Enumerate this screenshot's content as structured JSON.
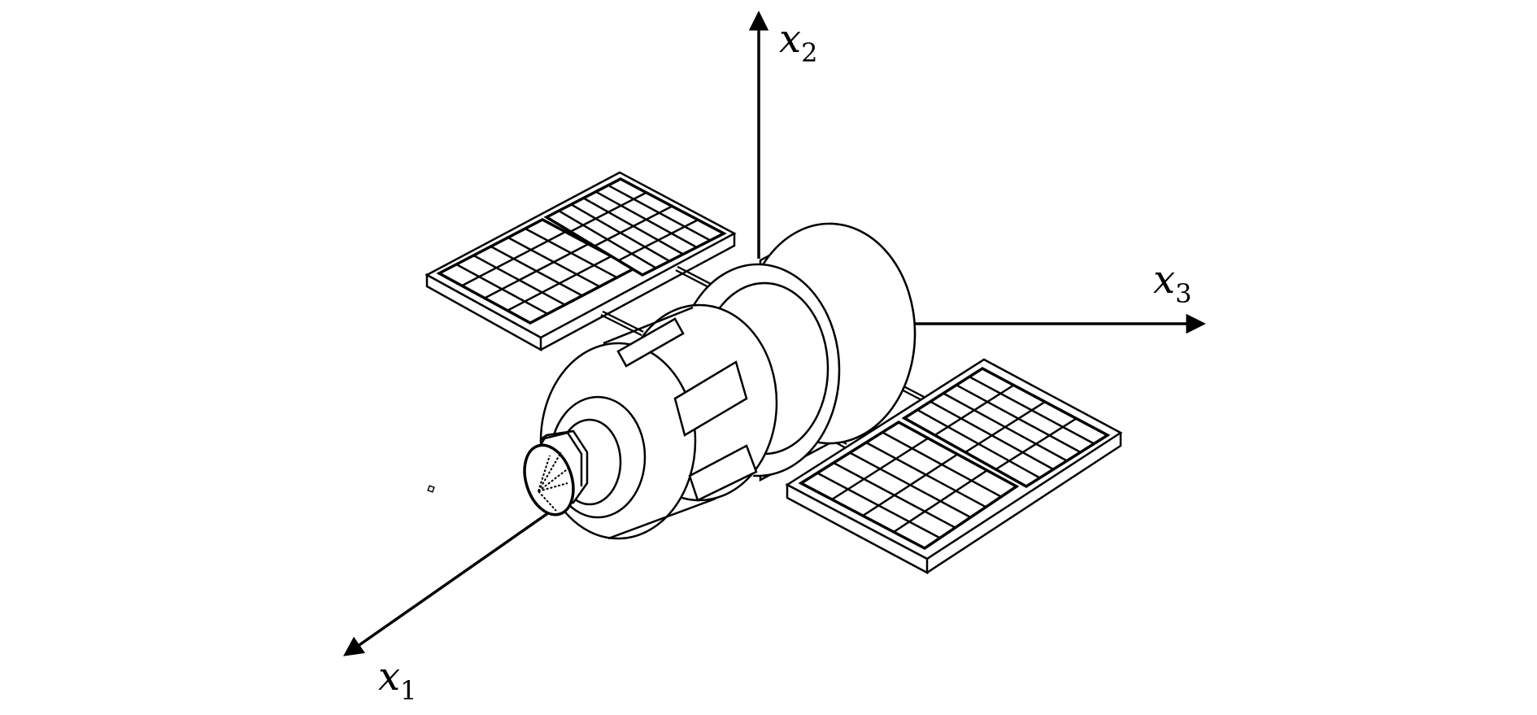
{
  "axes": {
    "x1": {
      "symbol": "x",
      "subscript": "1"
    },
    "x2": {
      "symbol": "x",
      "subscript": "2"
    },
    "x3": {
      "symbol": "x",
      "subscript": "3"
    }
  },
  "colors": {
    "ink": "#000000",
    "background": "#ffffff"
  },
  "panel_grid": {
    "rows": 4,
    "cols": 6
  }
}
